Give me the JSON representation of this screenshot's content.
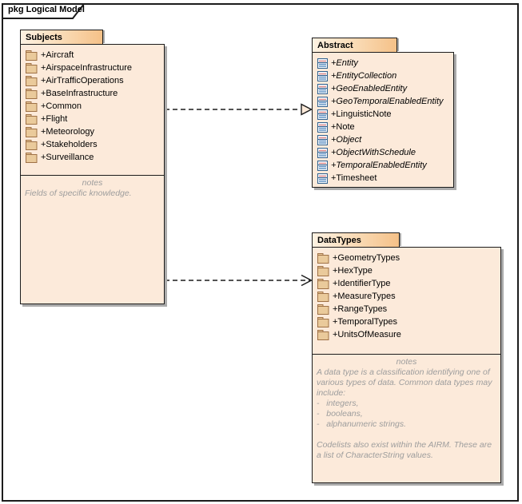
{
  "frame": {
    "label": "pkg Logical Model"
  },
  "packages": {
    "subjects": {
      "title": "Subjects",
      "items": [
        "+Aircraft",
        "+AirspaceInfrastructure",
        "+AirTrafficOperations",
        "+BaseInfrastructure",
        "+Common",
        "+Flight",
        "+Meteorology",
        "+Stakeholders",
        "+Surveillance"
      ],
      "notes_label": "notes",
      "notes_text": "Fields of specific knowledge."
    },
    "abstract": {
      "title": "Abstract",
      "items": [
        "+Entity",
        "+EntityCollection",
        "+GeoEnabledEntity",
        "+GeoTemporalEnabledEntity",
        "+LinguisticNote",
        "+Note",
        "+Object",
        "+ObjectWithSchedule",
        "+TemporalEnabledEntity",
        "+Timesheet"
      ]
    },
    "datatypes": {
      "title": "DataTypes",
      "items": [
        "+GeometryTypes",
        "+HexType",
        "+IdentifierType",
        "+MeasureTypes",
        "+RangeTypes",
        "+TemporalTypes",
        "+UnitsOfMeasure"
      ],
      "notes_label": "notes",
      "notes_text": "A data type is a classification identifying one of various types of data. Common data types may include:\n-   integers,\n-   booleans,\n-   alphanumeric strings.\n\nCodelists also exist within the AIRM. These are a list of CharacterString values."
    }
  },
  "colors": {
    "package_fill": "#FCEADA",
    "tab_gradient_end": "#F5C188",
    "border": "#1C1C1C",
    "shadow": "#ABABAB",
    "folder_fill": "#EACA9B",
    "folder_stroke": "#9F7146",
    "class_icon_stroke": "#30618F",
    "class_icon_blue_line": "#5B8DC0",
    "class_icon_pink_line": "#DE8D8D",
    "notes_text_color": "#9D9D9D"
  }
}
